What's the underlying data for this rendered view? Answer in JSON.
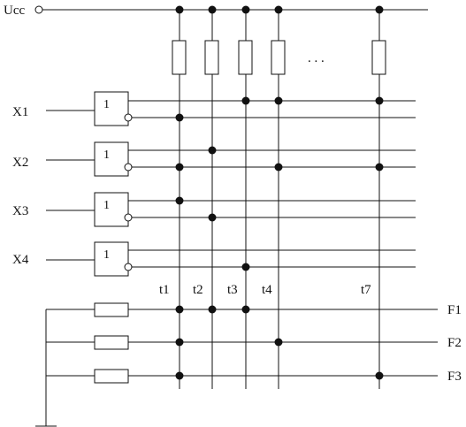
{
  "supply_label": "Ucc",
  "inputs": [
    "X1",
    "X2",
    "X3",
    "X4"
  ],
  "gate_label": "1",
  "columns": [
    "t1",
    "t2",
    "t3",
    "t4",
    "t7"
  ],
  "ellipsis": ". . .",
  "outputs": [
    "F1",
    "F2",
    "F3"
  ]
}
